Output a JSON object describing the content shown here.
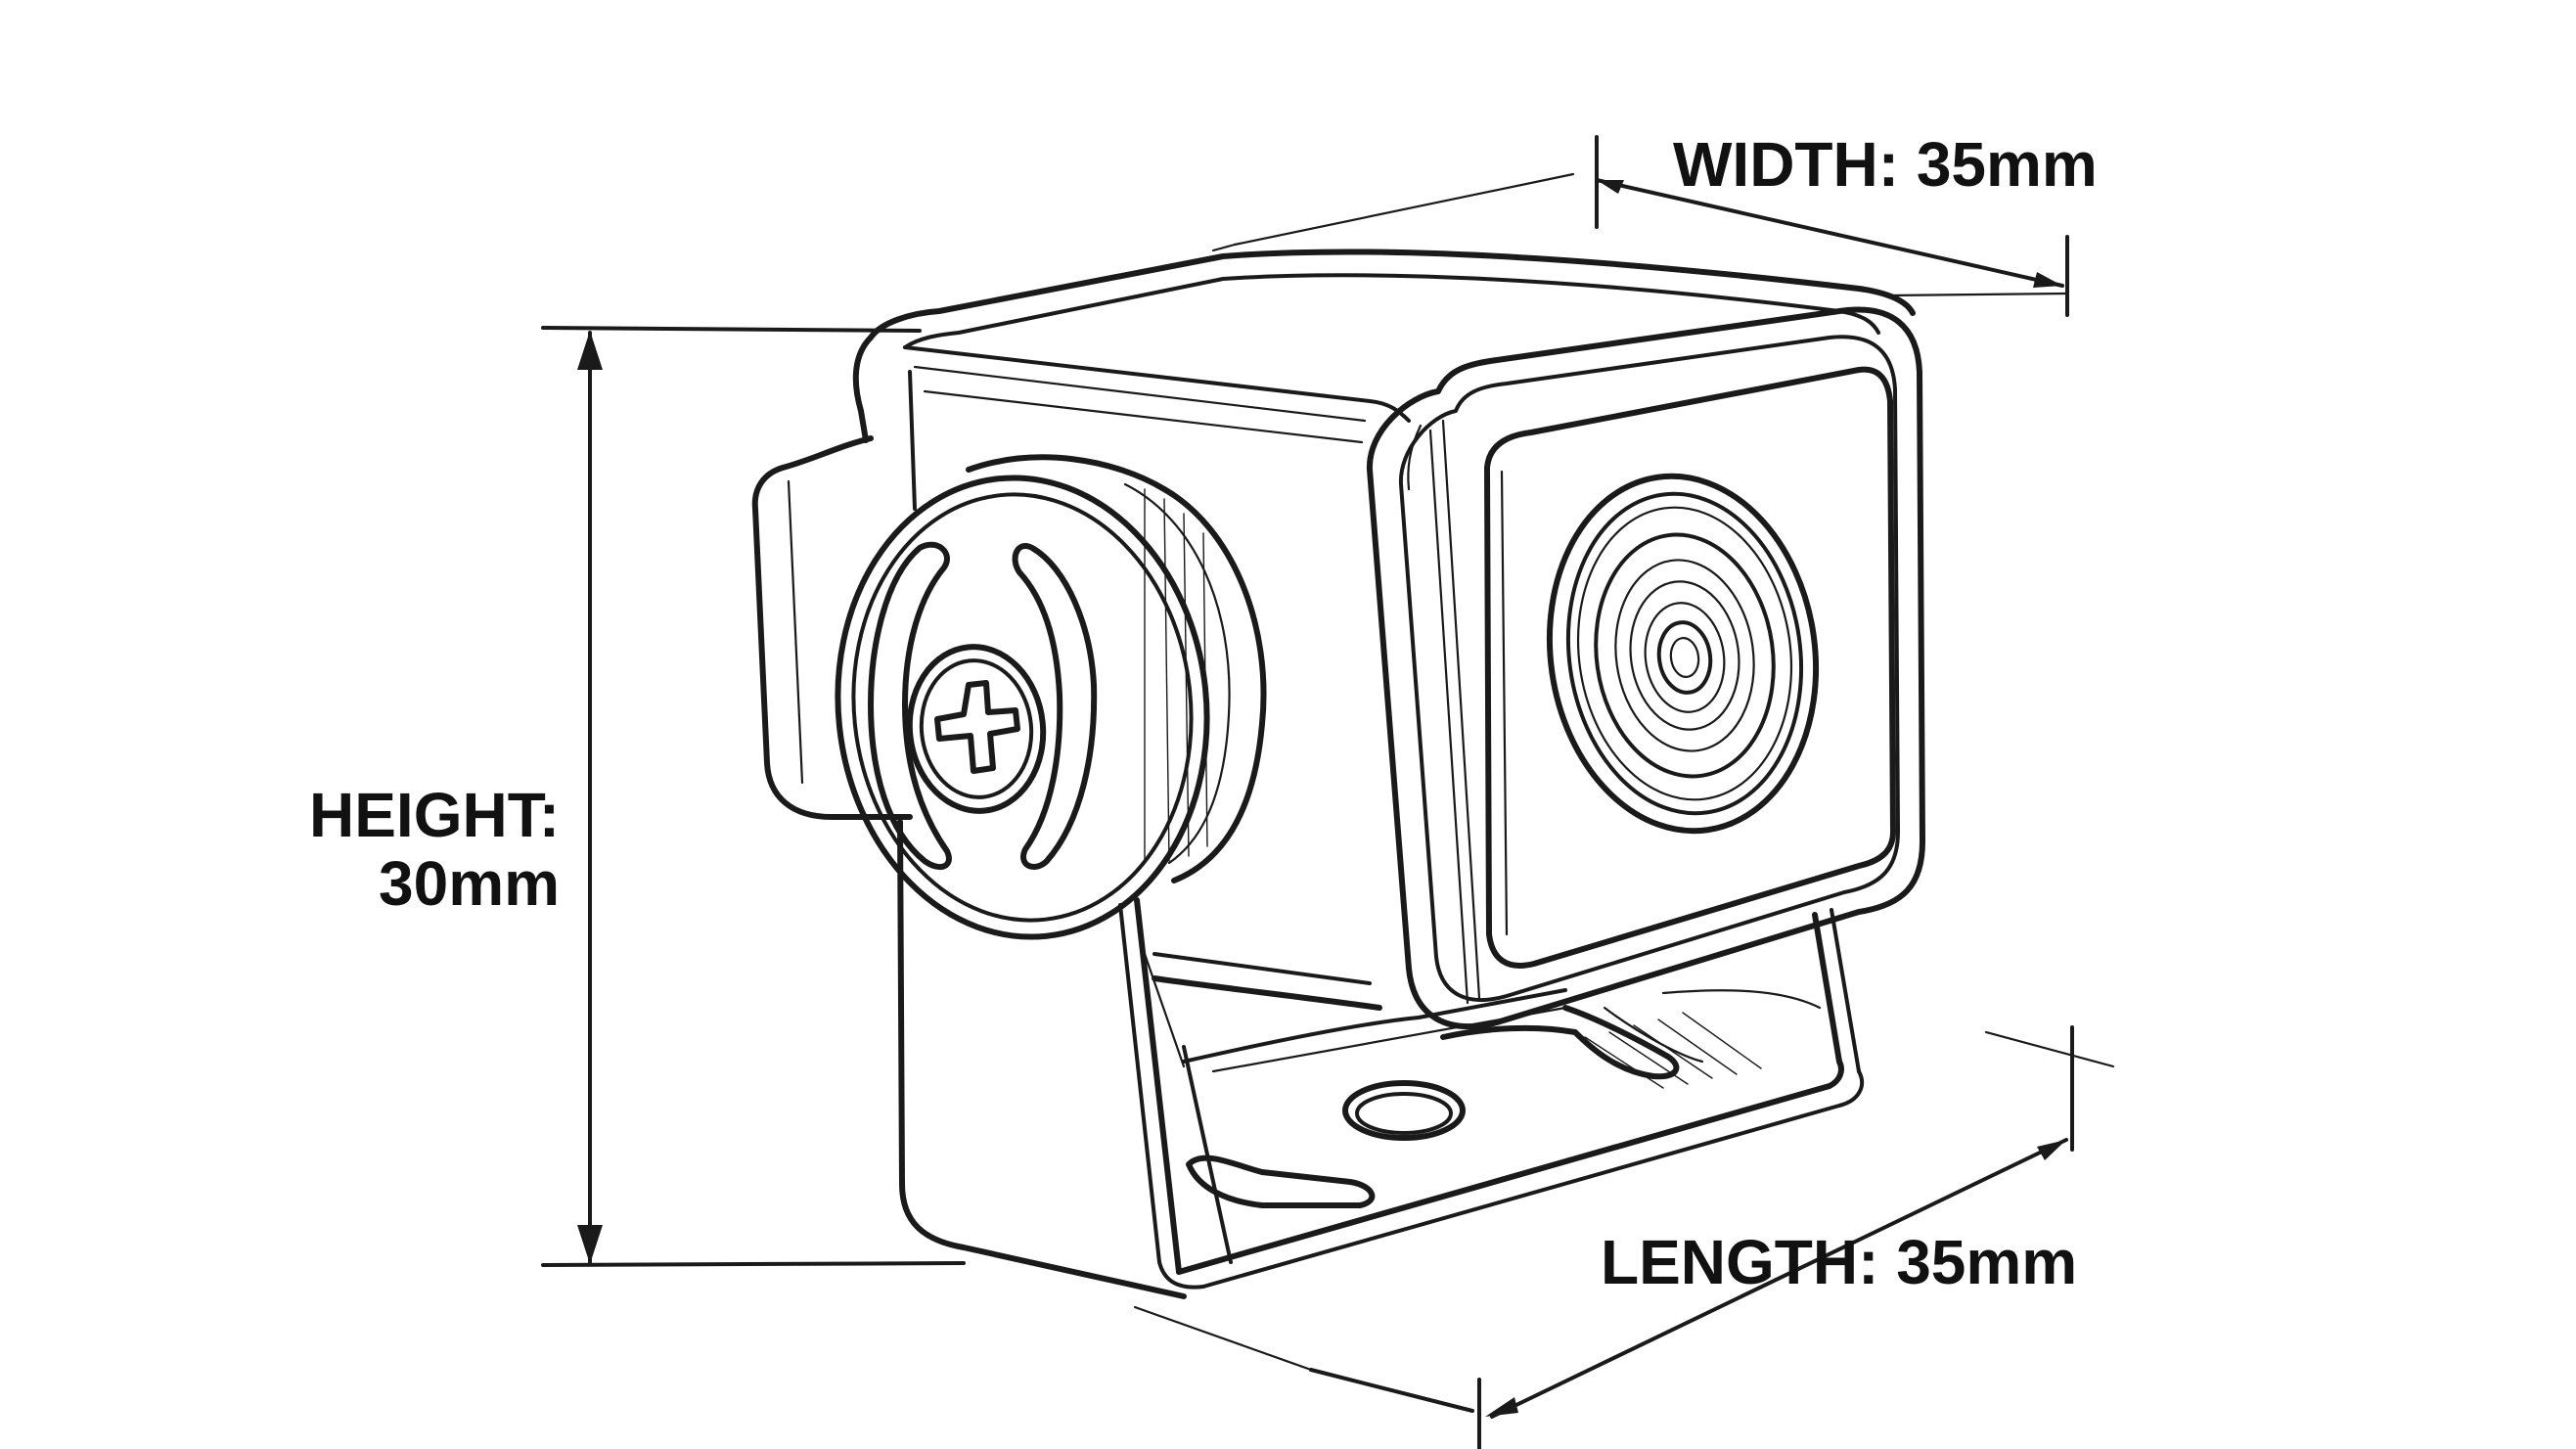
{
  "dimensions": {
    "width": "WIDTH: 35mm",
    "height_line1": "HEIGHT:",
    "height_line2": "30mm",
    "length": "LENGTH: 35mm"
  },
  "colors": {
    "ink": "#1a1a1a",
    "background": "#ffffff"
  }
}
